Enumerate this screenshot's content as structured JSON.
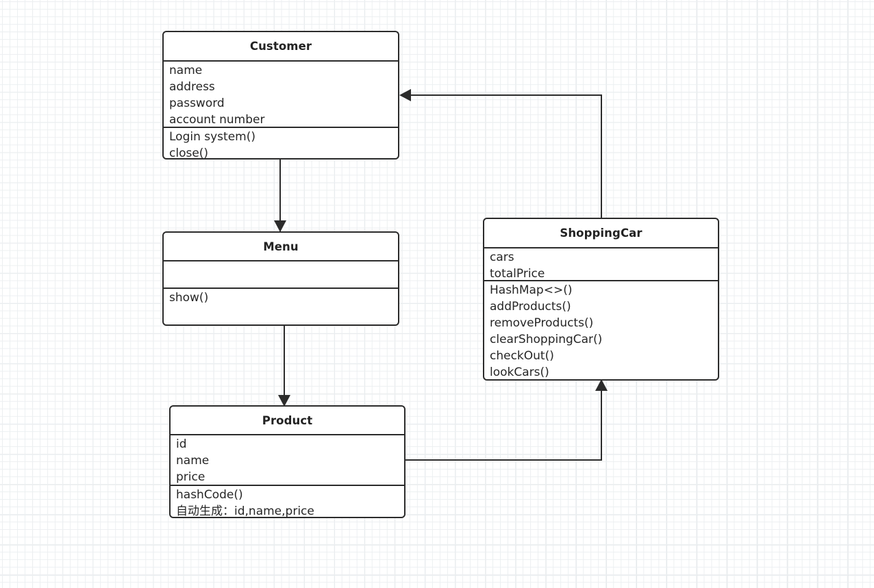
{
  "diagram": {
    "type": "uml-class-diagram",
    "background": "grid",
    "stroke_color": "#2b2b2b",
    "fill_color": "#ffffff",
    "classes": [
      {
        "id": "customer",
        "name": "Customer",
        "attributes": [
          "name",
          "address",
          "password",
          "account number"
        ],
        "methods": [
          "Login system()",
          "close()"
        ]
      },
      {
        "id": "menu",
        "name": "Menu",
        "attributes": [],
        "methods": [
          "show()"
        ]
      },
      {
        "id": "product",
        "name": "Product",
        "attributes": [
          "id",
          "name",
          "price"
        ],
        "methods": [
          "hashCode()",
          "自动生成：id,name,price"
        ]
      },
      {
        "id": "shoppingcar",
        "name": "ShoppingCar",
        "attributes": [
          "cars",
          "totalPrice"
        ],
        "methods": [
          "HashMap<>()",
          "addProducts()",
          "removeProducts()",
          "clearShoppingCar()",
          "checkOut()",
          "lookCars()"
        ]
      }
    ],
    "edges": [
      {
        "id": "customer-to-menu",
        "from": "Customer",
        "to": "Menu",
        "direction": "down"
      },
      {
        "id": "menu-to-product",
        "from": "Menu",
        "to": "Product",
        "direction": "down"
      },
      {
        "id": "shoppingcar-to-customer",
        "from": "ShoppingCar",
        "to": "Customer",
        "direction": "left"
      },
      {
        "id": "product-to-shoppingcar",
        "from": "Product",
        "to": "ShoppingCar",
        "direction": "up"
      }
    ]
  }
}
